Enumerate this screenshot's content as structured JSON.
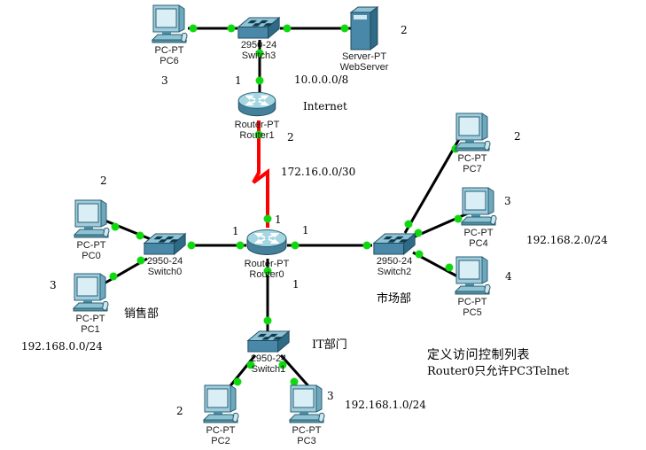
{
  "devices": {
    "pc6": {
      "model": "PC-PT",
      "name": "PC6"
    },
    "switch3": {
      "model": "2950-24",
      "name": "Switch3"
    },
    "webserver": {
      "model": "Server-PT",
      "name": "WebServer"
    },
    "router1": {
      "model": "Router-PT",
      "name": "Router1"
    },
    "router0": {
      "model": "Router-PT",
      "name": "Router0"
    },
    "switch0": {
      "model": "2950-24",
      "name": "Switch0"
    },
    "switch2": {
      "model": "2950-24",
      "name": "Switch2"
    },
    "switch1": {
      "model": "2950-24",
      "name": "Switch1"
    },
    "pc0": {
      "model": "PC-PT",
      "name": "PC0"
    },
    "pc1": {
      "model": "PC-PT",
      "name": "PC1"
    },
    "pc2": {
      "model": "PC-PT",
      "name": "PC2"
    },
    "pc3": {
      "model": "PC-PT",
      "name": "PC3"
    },
    "pc4": {
      "model": "PC-PT",
      "name": "PC4"
    },
    "pc5": {
      "model": "PC-PT",
      "name": "PC5"
    },
    "pc7": {
      "model": "PC-PT",
      "name": "PC7"
    }
  },
  "networks": {
    "internet_lan": "10.0.0.0/8",
    "serial_wan": "172.16.0.0/30",
    "sales_lan": "192.168.0.0/24",
    "it_lan": "192.168.1.0/24",
    "marketing_lan": "192.168.2.0/24"
  },
  "labels": {
    "internet": "Internet",
    "sales_dept": "销售部",
    "marketing_dept": "市场部",
    "it_dept": "IT部门"
  },
  "note": {
    "line1": "定义访问控制列表",
    "line2": "Router0只允许PC3Telnet"
  },
  "port_numbers": {
    "pc6": "3",
    "switch3_to_router1": "1",
    "webserver": "2",
    "router1_serial": "2",
    "router0_serial": "1",
    "router0_left": "1",
    "router0_right": "1",
    "router0_bottom": "1",
    "pc0": "2",
    "pc1": "3",
    "pc2": "2",
    "pc3": "3",
    "pc7": "2",
    "pc4": "3",
    "pc5": "4"
  },
  "colors": {
    "copper_link": "#000000",
    "serial_link": "#ff0000",
    "link_status_up": "#10d810"
  }
}
